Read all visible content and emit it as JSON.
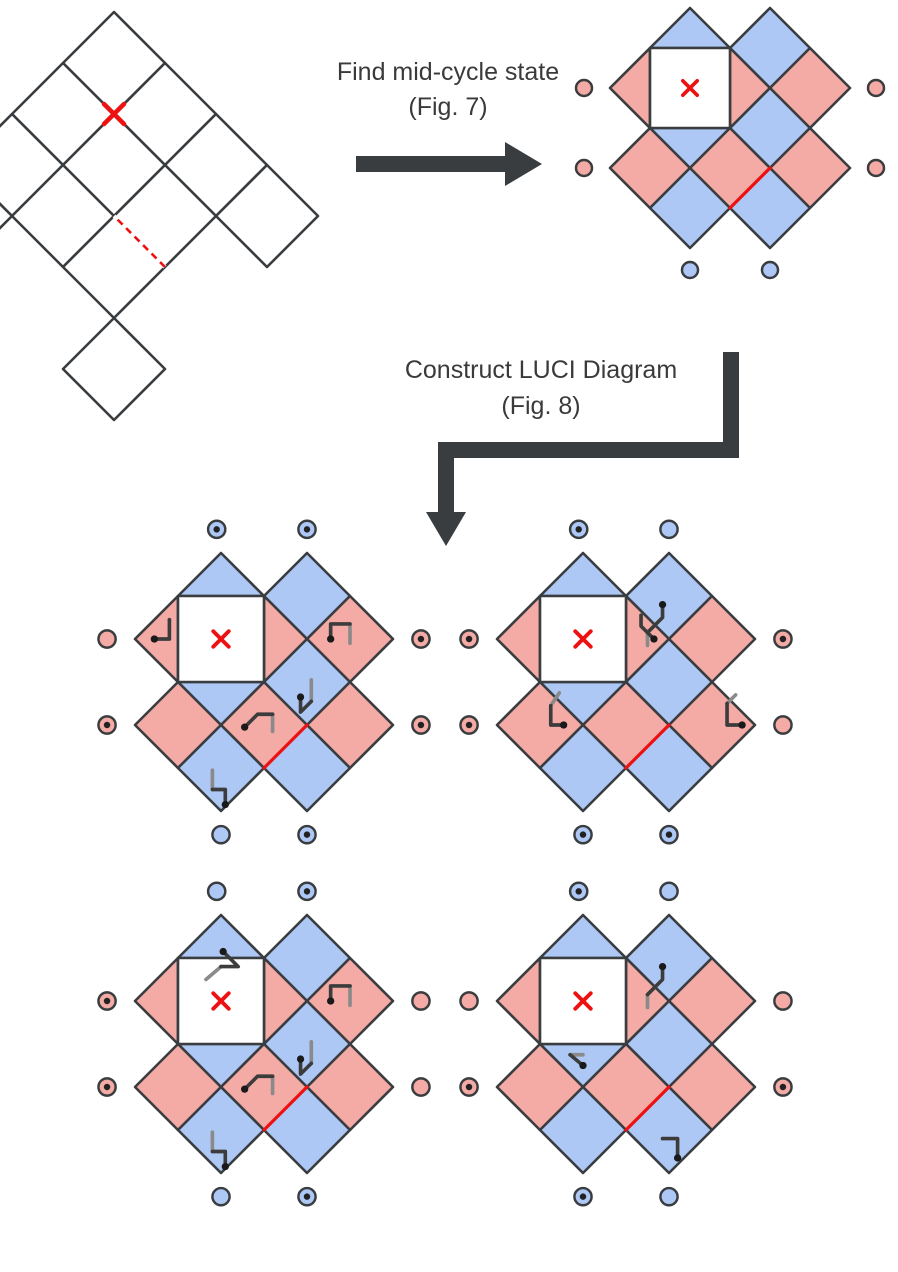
{
  "labels": {
    "step1_line1": "Find mid-cycle state",
    "step1_line2": "(Fig. 7)",
    "step2_line1": "Construct LUCI Diagram",
    "step2_line2": "(Fig. 8)"
  },
  "colors": {
    "red_face": "#f4aaa5",
    "blue_face": "#aec8f6",
    "edge": "#3a3d40",
    "defect": "#ee1111",
    "arrow": "#3a3d40",
    "path_dark": "#3c3c3c",
    "path_light": "#8a8a8a"
  },
  "icons": {
    "defect_marker": "x-mark-icon",
    "boundary_node": "circle-node-icon",
    "flipped_node": "dotted-circle-node-icon"
  }
}
